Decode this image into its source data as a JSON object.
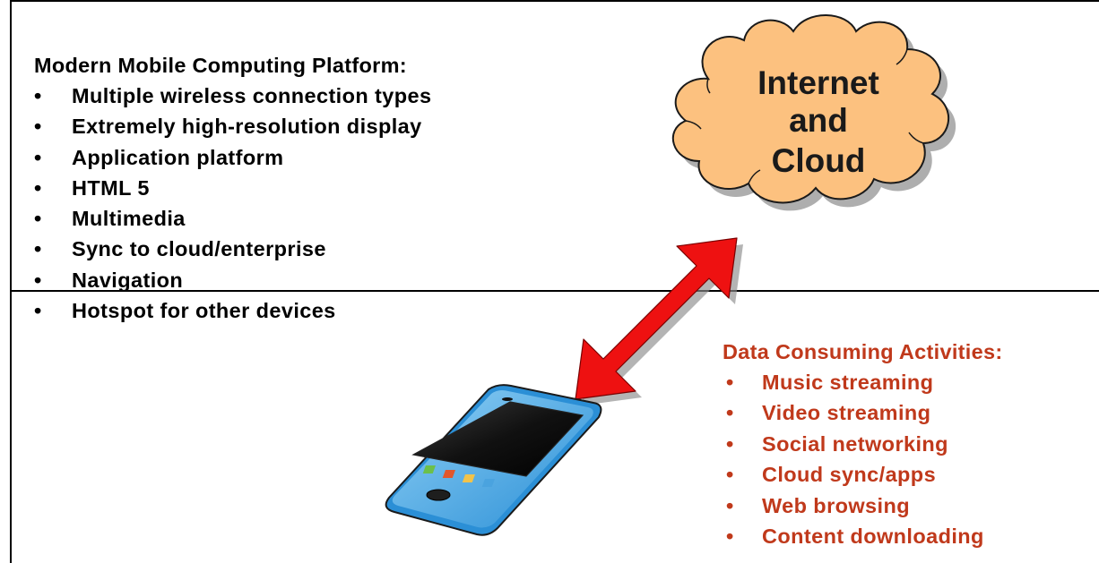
{
  "platform": {
    "title": "Modern Mobile Computing Platform:",
    "items": [
      "Multiple wireless connection types",
      "Extremely high-resolution display",
      "Application platform",
      "HTML 5",
      "Multimedia",
      "Sync to cloud/enterprise",
      "Navigation",
      "Hotspot for other devices"
    ]
  },
  "cloud": {
    "lines": [
      "Internet",
      "and",
      "Cloud"
    ]
  },
  "activities": {
    "title": "Data Consuming Activities:",
    "items": [
      "Music streaming",
      "Video streaming",
      "Social networking",
      "Cloud sync/apps",
      "Web browsing",
      "Content downloading"
    ]
  },
  "bullet": "•",
  "colors": {
    "cloud_fill": "#fcc17f",
    "arrow_fill": "#ee1111",
    "activities_text": "#c0391b",
    "phone_body": "#3aa7e8",
    "phone_screen": "#161616"
  },
  "icons": [
    "cloud-icon",
    "double-arrow-icon",
    "smartphone-icon"
  ]
}
